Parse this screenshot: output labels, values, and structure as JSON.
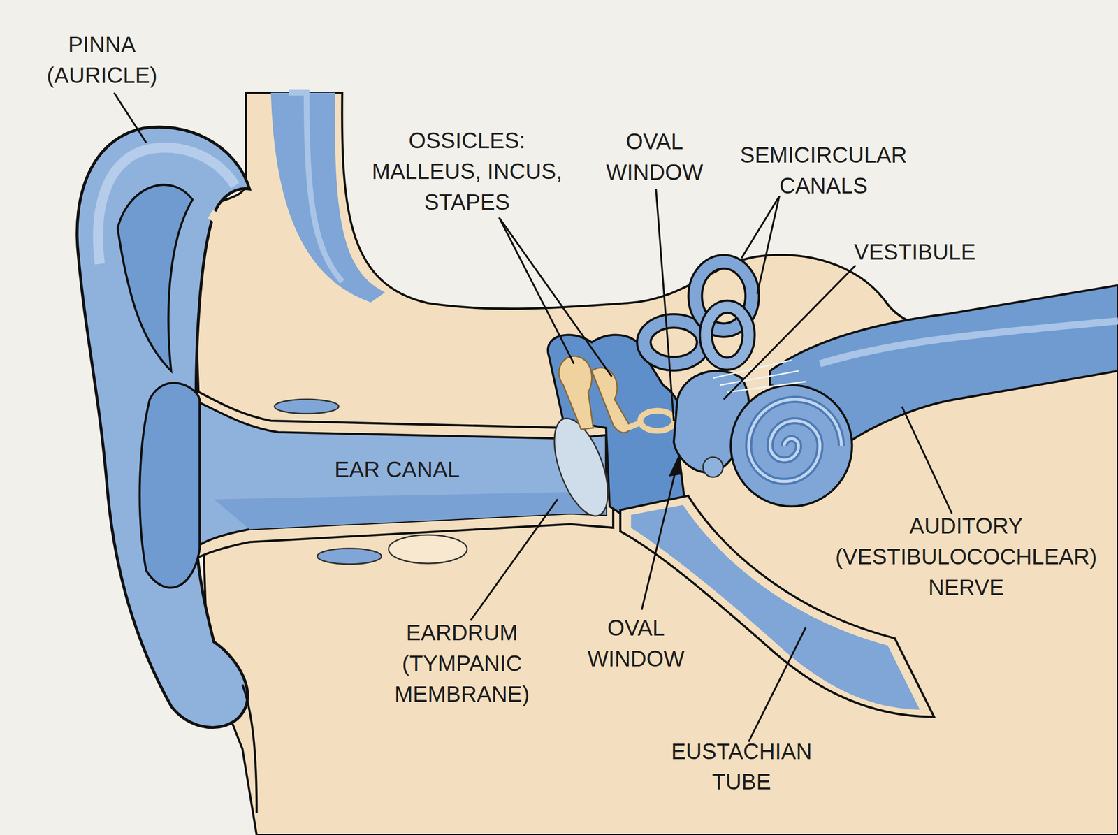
{
  "diagram": {
    "labels": [
      "PINNA (AURICLE)",
      "OSSICLES: MALLEUS, INCUS, STAPES",
      "OVAL WINDOW",
      "SEMICIRCULAR CANALS",
      "VESTIBULE",
      "EAR CANAL",
      "AUDITORY (VESTIBULOCOCHLEAR) NERVE",
      "EARDRUM (TYMPANIC MEMBRANE)",
      "OVAL WINDOW",
      "EUSTACHIAN TUBE"
    ]
  }
}
